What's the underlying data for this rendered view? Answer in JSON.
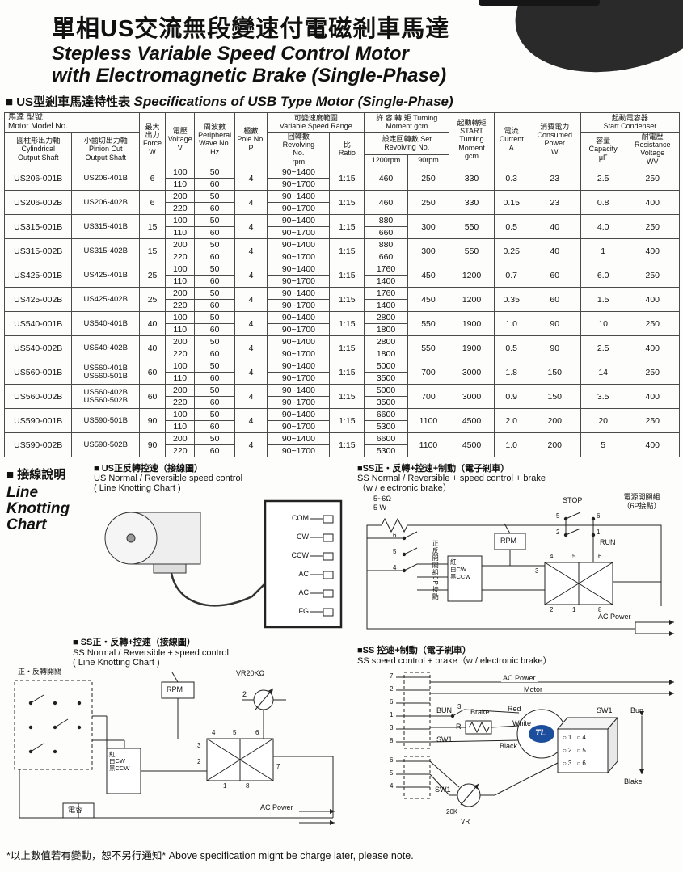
{
  "page": {
    "title_zh": "單相US交流無段變速付電磁剎車馬達",
    "title_en_line1": "Stepless Variable Speed Control  Motor",
    "title_en_line2": "with Electromagnetic Brake  (Single-Phase)",
    "spec_heading_zh": "■ US型剎車馬達特性表",
    "spec_heading_en": "Specifications of USB Type Motor (Single-Phase)",
    "footer_note": "*以上數值若有變動，恕不另行通知*  Above specification might be charge later, please note."
  },
  "spec_table": {
    "headers": {
      "model_no": "馬達 型號\nMotor Model No.",
      "cylindrical": "圓柱形出力軸\nCylindrical\nOutput Shaft",
      "pinion": "小齒切出力軸\nPinion Cut\nOutput Shaft",
      "force": "最大\n出力\nForce\nW",
      "voltage": "電壓\nVoltage\nV",
      "hz": "周波數\nPeripheral\nWave No.\nHz",
      "pole": "極數\nPole No.\nP",
      "vsr": "可變速度範圍\nVariable Speed Range",
      "revolving": "回轉數\nRevolving\nNo.\nrpm",
      "ratio": "比\nRatio",
      "turning": "許 容 轉 矩 Turning Moment gcm",
      "set_rev": "設定回轉數 Set Revolving No.",
      "rpm1200": "1200rpm",
      "rpm90": "90rpm",
      "start": "起動轉矩\nSTART\nTurning\nMoment\ngcm",
      "current": "電流\nCurrent\nA",
      "power": "消費電力\nConsumed\nPower\nW",
      "condenser": "起動電容器\nStart Condenser",
      "capacity": "容量\nCapacity\nμF",
      "wv": "耐電壓\nResistance\nVoltage\nWV"
    },
    "rows": [
      {
        "cyl": "US206-001B",
        "pinion": [
          "US206-401B"
        ],
        "force": "6",
        "voltage": [
          "100",
          "110"
        ],
        "hz": [
          "50",
          "60"
        ],
        "pole": "4",
        "revolving": [
          "90~1400",
          "90~1700"
        ],
        "ratio": "1:15",
        "t1200": [
          "460"
        ],
        "t90": "250",
        "start": "330",
        "current": "0.3",
        "power": "23",
        "capacity": "2.5",
        "wv": "250"
      },
      {
        "cyl": "US206-002B",
        "pinion": [
          "US206-402B"
        ],
        "force": "6",
        "voltage": [
          "200",
          "220"
        ],
        "hz": [
          "50",
          "60"
        ],
        "pole": "4",
        "revolving": [
          "90~1400",
          "90~1700"
        ],
        "ratio": "1:15",
        "t1200": [
          "460"
        ],
        "t90": "250",
        "start": "330",
        "current": "0.15",
        "power": "23",
        "capacity": "0.8",
        "wv": "400"
      },
      {
        "cyl": "US315-001B",
        "pinion": [
          "US315-401B"
        ],
        "force": "15",
        "voltage": [
          "100",
          "110"
        ],
        "hz": [
          "50",
          "60"
        ],
        "pole": "4",
        "revolving": [
          "90~1400",
          "90~1700"
        ],
        "ratio": "1:15",
        "t1200": [
          "880",
          "660"
        ],
        "t90": "300",
        "start": "550",
        "current": "0.5",
        "power": "40",
        "capacity": "4.0",
        "wv": "250"
      },
      {
        "cyl": "US315-002B",
        "pinion": [
          "US315-402B"
        ],
        "force": "15",
        "voltage": [
          "200",
          "220"
        ],
        "hz": [
          "50",
          "60"
        ],
        "pole": "4",
        "revolving": [
          "90~1400",
          "90~1700"
        ],
        "ratio": "1:15",
        "t1200": [
          "880",
          "660"
        ],
        "t90": "300",
        "start": "550",
        "current": "0.25",
        "power": "40",
        "capacity": "1",
        "wv": "400"
      },
      {
        "cyl": "US425-001B",
        "pinion": [
          "US425-401B"
        ],
        "force": "25",
        "voltage": [
          "100",
          "110"
        ],
        "hz": [
          "50",
          "60"
        ],
        "pole": "4",
        "revolving": [
          "90~1400",
          "90~1700"
        ],
        "ratio": "1:15",
        "t1200": [
          "1760",
          "1400"
        ],
        "t90": "450",
        "start": "1200",
        "current": "0.7",
        "power": "60",
        "capacity": "6.0",
        "wv": "250"
      },
      {
        "cyl": "US425-002B",
        "pinion": [
          "US425-402B"
        ],
        "force": "25",
        "voltage": [
          "200",
          "220"
        ],
        "hz": [
          "50",
          "60"
        ],
        "pole": "4",
        "revolving": [
          "90~1400",
          "90~1700"
        ],
        "ratio": "1:15",
        "t1200": [
          "1760",
          "1400"
        ],
        "t90": "450",
        "start": "1200",
        "current": "0.35",
        "power": "60",
        "capacity": "1.5",
        "wv": "400"
      },
      {
        "cyl": "US540-001B",
        "pinion": [
          "US540-401B"
        ],
        "force": "40",
        "voltage": [
          "100",
          "110"
        ],
        "hz": [
          "50",
          "60"
        ],
        "pole": "4",
        "revolving": [
          "90~1400",
          "90~1700"
        ],
        "ratio": "1:15",
        "t1200": [
          "2800",
          "1800"
        ],
        "t90": "550",
        "start": "1900",
        "current": "1.0",
        "power": "90",
        "capacity": "10",
        "wv": "250"
      },
      {
        "cyl": "US540-002B",
        "pinion": [
          "US540-402B"
        ],
        "force": "40",
        "voltage": [
          "200",
          "220"
        ],
        "hz": [
          "50",
          "60"
        ],
        "pole": "4",
        "revolving": [
          "90~1400",
          "90~1700"
        ],
        "ratio": "1:15",
        "t1200": [
          "2800",
          "1800"
        ],
        "t90": "550",
        "start": "1900",
        "current": "0.5",
        "power": "90",
        "capacity": "2.5",
        "wv": "400"
      },
      {
        "cyl": "US560-001B",
        "pinion": [
          "US560-401B",
          "US560-501B"
        ],
        "force": "60",
        "voltage": [
          "100",
          "110"
        ],
        "hz": [
          "50",
          "60"
        ],
        "pole": "4",
        "revolving": [
          "90~1400",
          "90~1700"
        ],
        "ratio": "1:15",
        "t1200": [
          "5000",
          "3500"
        ],
        "t90": "700",
        "start": "3000",
        "current": "1.8",
        "power": "150",
        "capacity": "14",
        "wv": "250"
      },
      {
        "cyl": "US560-002B",
        "pinion": [
          "US560-402B",
          "US560-502B"
        ],
        "force": "60",
        "voltage": [
          "200",
          "220"
        ],
        "hz": [
          "50",
          "60"
        ],
        "pole": "4",
        "revolving": [
          "90~1400",
          "90~1700"
        ],
        "ratio": "1:15",
        "t1200": [
          "5000",
          "3500"
        ],
        "t90": "700",
        "start": "3000",
        "current": "0.9",
        "power": "150",
        "capacity": "3.5",
        "wv": "400"
      },
      {
        "cyl": "US590-001B",
        "pinion": [
          "US590-501B"
        ],
        "force": "90",
        "voltage": [
          "100",
          "110"
        ],
        "hz": [
          "50",
          "60"
        ],
        "pole": "4",
        "revolving": [
          "90~1400",
          "90~1700"
        ],
        "ratio": "1:15",
        "t1200": [
          "6600",
          "5300"
        ],
        "t90": "1100",
        "start": "4500",
        "current": "2.0",
        "power": "200",
        "capacity": "20",
        "wv": "250"
      },
      {
        "cyl": "US590-002B",
        "pinion": [
          "US590-502B"
        ],
        "force": "90",
        "voltage": [
          "200",
          "220"
        ],
        "hz": [
          "50",
          "60"
        ],
        "pole": "4",
        "revolving": [
          "90~1400",
          "90~1700"
        ],
        "ratio": "1:15",
        "t1200": [
          "6600",
          "5300"
        ],
        "t90": "1100",
        "start": "4500",
        "current": "1.0",
        "power": "200",
        "capacity": "5",
        "wv": "400"
      }
    ]
  },
  "wiring": {
    "section_zh": "■ 接線說明",
    "section_en_lines": [
      "Line",
      "Knotting",
      "Chart"
    ],
    "d1": {
      "caption_zh": "■ US正反轉控速（接線圖）",
      "caption_en1": "US Normal / Reversible speed control",
      "caption_en2": "( Line Knotting Chart )",
      "terminals": [
        "COM",
        "CW",
        "CCW",
        "AC",
        "AC",
        "FG"
      ]
    },
    "d2": {
      "caption_zh": "■SS正・反轉+控速+制動（電子剎車）",
      "caption_en1": "SS Normal / Reversible + speed control + brake",
      "caption_en2": "（w / electronic brake）",
      "labels": {
        "power_switch": "電源開關組\n（6P接點）",
        "resistor": "5~6Ω\n5 W",
        "fr_switch": "正反開關組6P接點",
        "rpm": "RPM",
        "stop": "STOP",
        "run": "RUN",
        "motor": "紅\n白CW\n黑CCW",
        "ac_power": "AC Power"
      },
      "contact_numbers": [
        "6",
        "5",
        "4",
        "5",
        "6",
        "2",
        "1",
        "4",
        "5",
        "6",
        "3",
        "2",
        "1",
        "8"
      ]
    },
    "d3": {
      "caption_zh": "■ SS正・反轉+控速（接線圖）",
      "caption_en1": "SS Normal / Reversible + speed control",
      "caption_en2": "( Line Knotting Chart )",
      "labels": {
        "fr_switch": "正・反轉開關",
        "rpm": "RPM",
        "vr": "VR20KΩ",
        "vr_pin": "2",
        "motor": "紅\n白CW\n黑CCW",
        "capacitor": "電容",
        "ac_power": "AC Power"
      },
      "contact_numbers": [
        "4",
        "5",
        "6",
        "3",
        "2",
        "7",
        "1",
        "8"
      ]
    },
    "d4": {
      "caption_zh": "■SS 控速+制動（電子剎車）",
      "caption_en1": "SS speed control + brake（w / electronic brake）",
      "labels": {
        "ac_power": "AC Power",
        "bun": "BUN",
        "bun_contact": "3",
        "brake": "Brake",
        "r": "R",
        "sw1": "SW1",
        "red": "Red",
        "white": "White",
        "black": "Black",
        "motor": "Motor",
        "tl": "TL",
        "vr_value": "20K",
        "vr": "VR",
        "bun_side": "Bun",
        "blake_side": "Blake"
      },
      "terminals_left": [
        "7",
        "2",
        "6",
        "1",
        "3",
        "8"
      ],
      "terminals_lower": [
        "6",
        "5",
        "4"
      ],
      "sw1_rows": [
        "○1  ○4",
        "○2  ○5",
        "○3  ○6"
      ]
    }
  }
}
